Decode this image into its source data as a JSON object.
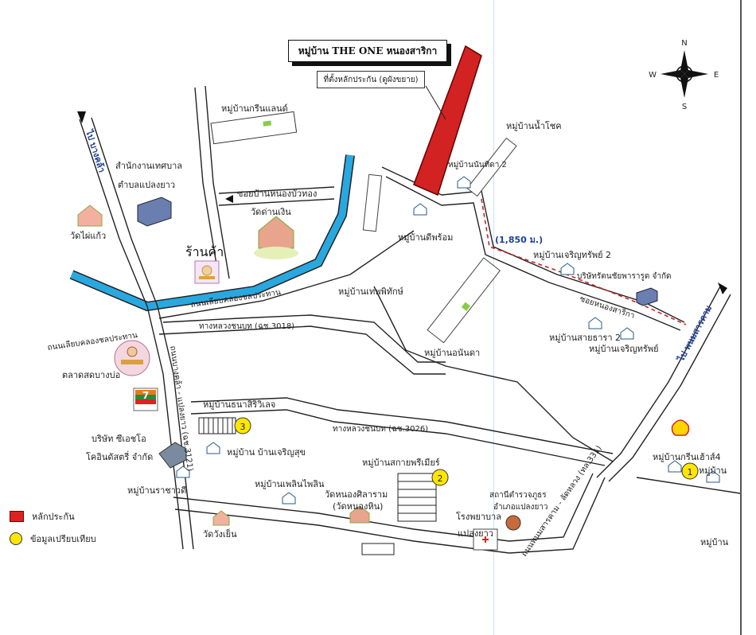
{
  "map": {
    "title": "หมู่บ้าน THE ONE หนองสาริกา",
    "subtitle": "ที่ตั้งหลักประกัน (ดูผังขยาย)",
    "distance": "(1,850 ม.)",
    "compass": {
      "north": "N",
      "south": "S",
      "east": "E",
      "west": "W"
    },
    "labels": {
      "green_land": "หมู่บ้านกรีนแลนด์",
      "nong_bua_thong": "ซอยบ้านหนองบัวทอง",
      "municipal_office_1": "สำนักงานเทศบาล",
      "municipal_office_2": "ตำบลแปลงยาว",
      "wat_dan_ngoen": "วัดด่านเงิน",
      "shop": "ร้านค้า",
      "wat_phai_kaeo": "วัดไผ่แก้ว",
      "road_left_upper": "ไป บางคล้า",
      "nam_chok": "หมู่บ้านน้ำโชค",
      "nanthida": "หมู่บ้านนันทิดา 2",
      "di_phrom": "หมู่บ้านดีพร้อม",
      "thep_phithak": "หมู่บ้านเทพพิทักษ์",
      "canal_road": "ถนนเลียบคลองชลประทาน",
      "charoen_sap_2": "หมู่บ้านเจริญทรัพย์ 2",
      "company_right": "บริษัทรัตนชัยพารารูด จำกัด",
      "sai_thara_2": "หมู่บ้านสายธารา 2",
      "charoen_sap": "หมู่บ้านเจริญทรัพย์",
      "road_right_up": "ไป พนมสารคาม",
      "nanda": "หมู่บ้านอนันดา",
      "highway_3018": "ทางหลวงชนบท (ฉช.3018)",
      "canal_road_left": "ถนนเลียบคลองชลประทาน",
      "market": "ตลาดสดบางบ่อ",
      "seven_eleven": "7-ELEVEN",
      "thanasiri": "หมู่บ้านธนาสิริวิเลจ",
      "highway_3026": "ทางหลวงชนบท (ฉช.3026)",
      "company_left_1": "บริษัท ซีเอชโอ",
      "company_left_2": "โคอินดัสตรี่ จำกัด",
      "charoen_suk": "หมู่บ้าน บ้านเจริญสุข",
      "ratchawadi": "หมู่บ้านราชาวดี",
      "phloen_phailin": "หมู่บ้านเพลินไพลิน",
      "wat_nong_sila_1": "วัดหนองศิลาราม",
      "wat_nong_sila_2": "(วัดหนองหิน)",
      "wat_wang_yen": "วัดวังเย็น",
      "sakaew_premier": "หมู่บ้านสกายพรีเมียร์",
      "police_1": "สถานีตำรวจภูธร",
      "police_2": "อำเภอแปลงยาว",
      "hospital_1": "โรงพยาบาล",
      "hospital_2": "แปลงยาว",
      "green_ville_4": "หมู่บ้านกรีนเฮ้าส์4",
      "village_right_1": "หมู่บ้าน",
      "village_right_2": "หมู่บ้าน",
      "road_left_vertical": "ถนนบางคล้า - แปลงยาว (ฉช.3121)",
      "road_bottom": "ถนนพนมสารคาม - ลัดหลวง (ทล.331)",
      "nong_sarika_road": "ซอยหนองสาริกา"
    },
    "markers": [
      {
        "id": "1",
        "color": "#ffe600"
      },
      {
        "id": "2",
        "color": "#ffe600"
      },
      {
        "id": "3",
        "color": "#ffe600"
      }
    ],
    "legend": {
      "collateral": "หลักประกัน",
      "comparable": "ข้อมูลเปรียบเทียบ"
    },
    "colors": {
      "collateral": "#d22222",
      "canal": "#29a8e0",
      "route": "#d22222",
      "marker": "#ffe600"
    }
  }
}
